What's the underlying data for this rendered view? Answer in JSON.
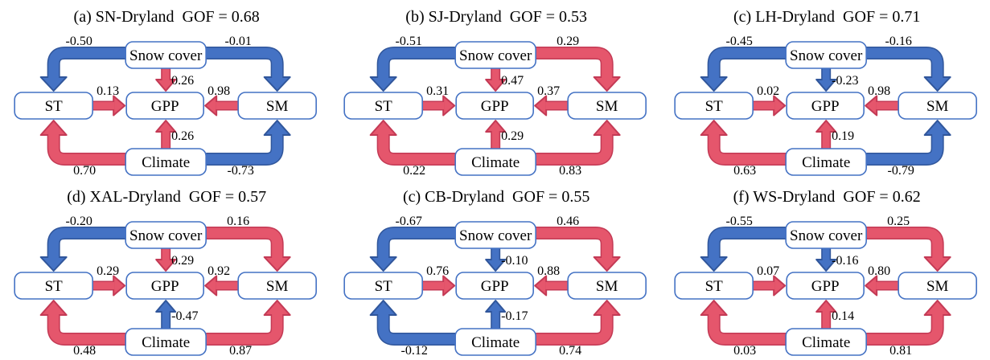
{
  "figure": {
    "node_labels": {
      "snow": "Snow cover",
      "st": "ST",
      "gpp": "GPP",
      "sm": "SM",
      "climate": "Climate"
    }
  },
  "colors": {
    "positive": "#e5566c",
    "positive_edge": "#c43a55",
    "negative": "#4472c4",
    "negative_edge": "#30569b",
    "box_border": "#4472c4",
    "text": "#000000",
    "background": "#ffffff"
  },
  "chart_data": [
    {
      "type": "path-diagram",
      "title": "(a) SN-Dryland  GOF = 0.68",
      "panel_label": "(a)",
      "region": "SN-Dryland",
      "gof": "0.68",
      "edges": {
        "snow_to_st": "-0.50",
        "snow_to_gpp": "0.26",
        "snow_to_sm": "-0.01",
        "st_to_gpp": "0.13",
        "sm_to_gpp": "0.98",
        "climate_to_st": "0.70",
        "climate_to_gpp": "0.26",
        "climate_to_sm": "-0.73"
      }
    },
    {
      "type": "path-diagram",
      "title": "(b) SJ-Dryland  GOF = 0.53",
      "panel_label": "(b)",
      "region": "SJ-Dryland",
      "gof": "0.53",
      "edges": {
        "snow_to_st": "-0.51",
        "snow_to_gpp": "0.47",
        "snow_to_sm": "0.29",
        "st_to_gpp": "0.31",
        "sm_to_gpp": "0.37",
        "climate_to_st": "0.22",
        "climate_to_gpp": "0.29",
        "climate_to_sm": "0.83"
      }
    },
    {
      "type": "path-diagram",
      "title": "(c) LH-Dryland  GOF = 0.71",
      "panel_label": "(c)",
      "region": "LH-Dryland",
      "gof": "0.71",
      "edges": {
        "snow_to_st": "-0.45",
        "snow_to_gpp": "-0.23",
        "snow_to_sm": "-0.16",
        "st_to_gpp": "0.02",
        "sm_to_gpp": "0.98",
        "climate_to_st": "0.63",
        "climate_to_gpp": "0.19",
        "climate_to_sm": "-0.79"
      }
    },
    {
      "type": "path-diagram",
      "title": "(d) XAL-Dryland  GOF = 0.57",
      "panel_label": "(d)",
      "region": "XAL-Dryland",
      "gof": "0.57",
      "edges": {
        "snow_to_st": "-0.20",
        "snow_to_gpp": "0.29",
        "snow_to_sm": "0.16",
        "st_to_gpp": "0.29",
        "sm_to_gpp": "0.92",
        "climate_to_st": "0.48",
        "climate_to_gpp": "-0.47",
        "climate_to_sm": "0.87"
      }
    },
    {
      "type": "path-diagram",
      "title": "(c) CB-Dryland  GOF = 0.55",
      "panel_label": "(c)",
      "region": "CB-Dryland",
      "gof": "0.55",
      "edges": {
        "snow_to_st": "-0.67",
        "snow_to_gpp": "-0.10",
        "snow_to_sm": "0.46",
        "st_to_gpp": "0.76",
        "sm_to_gpp": "0.88",
        "climate_to_st": "-0.12",
        "climate_to_gpp": "-0.17",
        "climate_to_sm": "0.74"
      }
    },
    {
      "type": "path-diagram",
      "title": "(f) WS-Dryland  GOF = 0.62",
      "panel_label": "(f)",
      "region": "WS-Dryland",
      "gof": "0.62",
      "edges": {
        "snow_to_st": "-0.55",
        "snow_to_gpp": "-0.16",
        "snow_to_sm": "0.25",
        "st_to_gpp": "0.07",
        "sm_to_gpp": "0.80",
        "climate_to_st": "0.03",
        "climate_to_gpp": "0.14",
        "climate_to_sm": "0.81"
      }
    }
  ]
}
